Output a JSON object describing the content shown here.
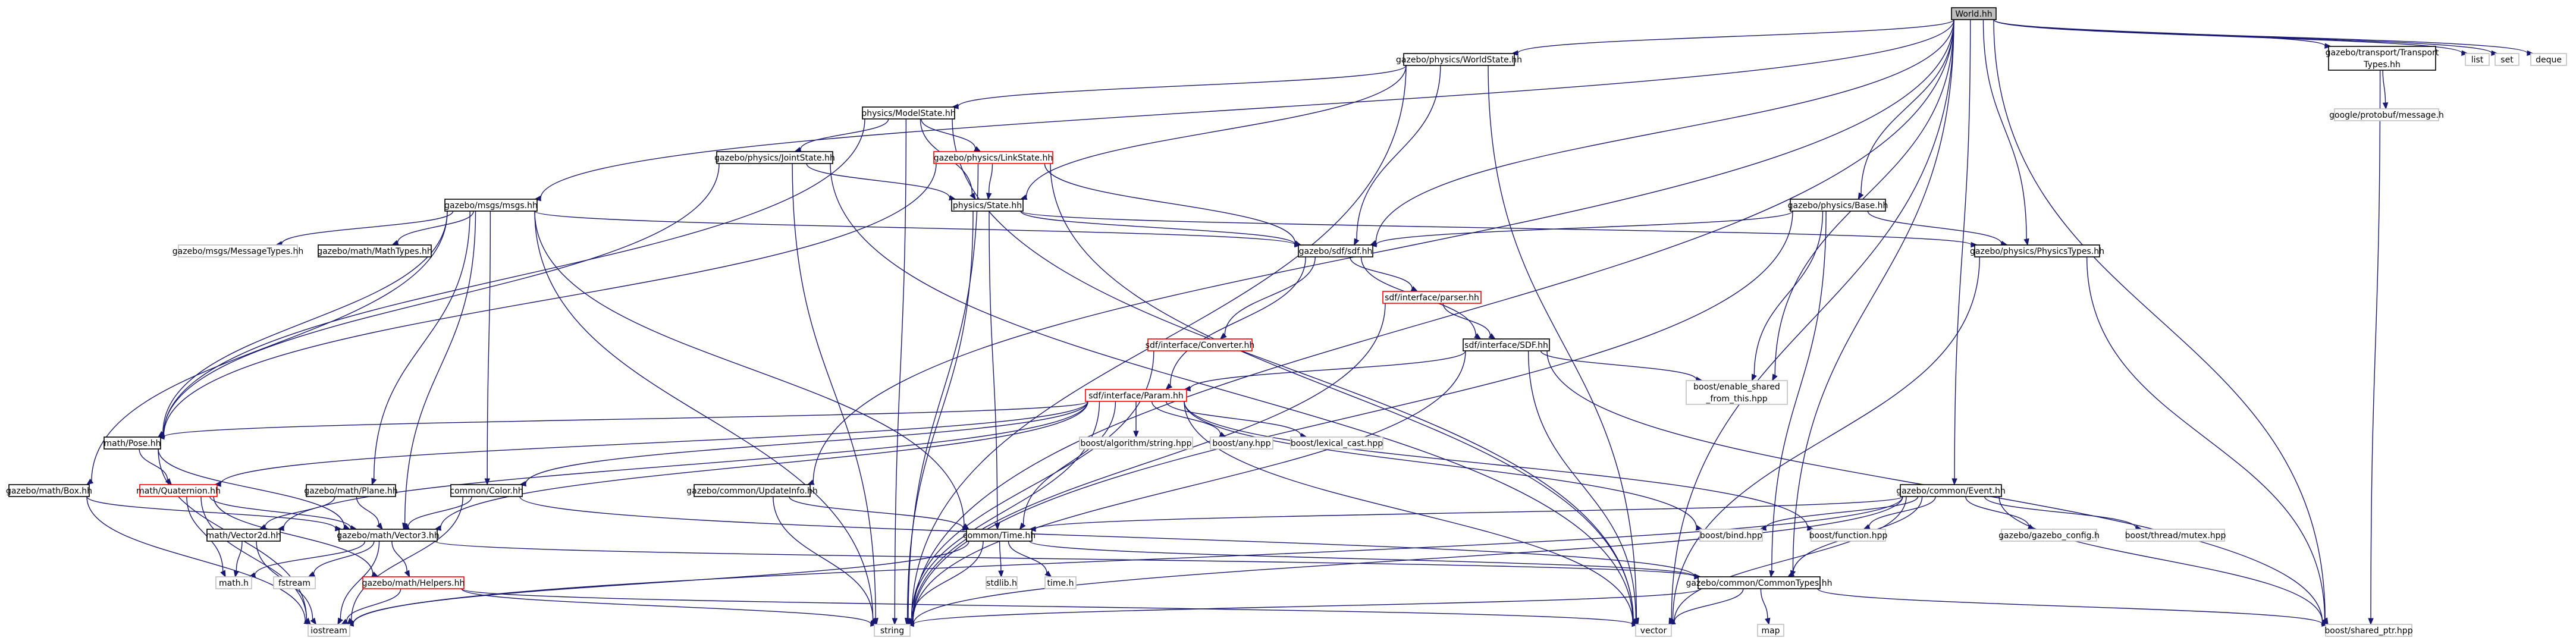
{
  "graph": {
    "title": "World.hh",
    "nodes": [
      {
        "id": "world",
        "label": "World.hh",
        "style": "root"
      },
      {
        "id": "worldstate",
        "label": "gazebo/physics/WorldState.hh",
        "style": "normal"
      },
      {
        "id": "modelstate",
        "label": "physics/ModelState.hh",
        "style": "normal"
      },
      {
        "id": "jointstate",
        "label": "gazebo/physics/JointState.hh",
        "style": "normal"
      },
      {
        "id": "linkstate",
        "label": "gazebo/physics/LinkState.hh",
        "style": "red"
      },
      {
        "id": "state",
        "label": "physics/State.hh",
        "style": "normal"
      },
      {
        "id": "msgs",
        "label": "gazebo/msgs/msgs.hh",
        "style": "normal"
      },
      {
        "id": "msgtypes",
        "label": "gazebo/msgs/MessageTypes.hh",
        "style": "ext"
      },
      {
        "id": "mathtypes",
        "label": "gazebo/math/MathTypes.hh",
        "style": "normal"
      },
      {
        "id": "sdf",
        "label": "gazebo/sdf/sdf.hh",
        "style": "normal"
      },
      {
        "id": "sdfparser",
        "label": "sdf/interface/parser.hh",
        "style": "red"
      },
      {
        "id": "sdfconverter",
        "label": "sdf/interface/Converter.hh",
        "style": "red"
      },
      {
        "id": "sdfSDF",
        "label": "sdf/interface/SDF.hh",
        "style": "normal"
      },
      {
        "id": "sdfparam",
        "label": "sdf/interface/Param.hh",
        "style": "red"
      },
      {
        "id": "enableshared",
        "label": [
          "boost/enable_shared",
          "_from_this.hpp"
        ],
        "style": "ext"
      },
      {
        "id": "base",
        "label": "gazebo/physics/Base.hh",
        "style": "normal"
      },
      {
        "id": "phystypes",
        "label": "gazebo/physics/PhysicsTypes.hh",
        "style": "normal"
      },
      {
        "id": "transporttypes",
        "label": [
          "gazebo/transport/Transport",
          "Types.hh"
        ],
        "style": "normal"
      },
      {
        "id": "protobuf",
        "label": "google/protobuf/message.h",
        "style": "ext"
      },
      {
        "id": "list",
        "label": "list",
        "style": "ext"
      },
      {
        "id": "set",
        "label": "set",
        "style": "ext"
      },
      {
        "id": "deque",
        "label": "deque",
        "style": "ext"
      },
      {
        "id": "mathbox",
        "label": "gazebo/math/Box.hh",
        "style": "normal"
      },
      {
        "id": "mathpose",
        "label": "math/Pose.hh",
        "style": "normal"
      },
      {
        "id": "mathquat",
        "label": "math/Quaternion.hh",
        "style": "red"
      },
      {
        "id": "mathplane",
        "label": "gazebo/math/Plane.hh",
        "style": "normal"
      },
      {
        "id": "color",
        "label": "common/Color.hh",
        "style": "normal"
      },
      {
        "id": "updateinfo",
        "label": "gazebo/common/UpdateInfo.hh",
        "style": "normal"
      },
      {
        "id": "vector2d",
        "label": "math/Vector2d.hh",
        "style": "normal"
      },
      {
        "id": "vector3",
        "label": "gazebo/math/Vector3.hh",
        "style": "normal"
      },
      {
        "id": "helpers",
        "label": "gazebo/math/Helpers.hh",
        "style": "red"
      },
      {
        "id": "mathh",
        "label": "math.h",
        "style": "ext"
      },
      {
        "id": "fstream",
        "label": "fstream",
        "style": "ext"
      },
      {
        "id": "iostream",
        "label": "iostream",
        "style": "ext"
      },
      {
        "id": "string",
        "label": "string",
        "style": "ext"
      },
      {
        "id": "time",
        "label": "common/Time.hh",
        "style": "normal"
      },
      {
        "id": "stdlib",
        "label": "stdlib.h",
        "style": "ext"
      },
      {
        "id": "timeh",
        "label": "time.h",
        "style": "ext"
      },
      {
        "id": "commontypes",
        "label": "gazebo/common/CommonTypes.hh",
        "style": "normal"
      },
      {
        "id": "vector",
        "label": "vector",
        "style": "ext"
      },
      {
        "id": "map",
        "label": "map",
        "style": "ext"
      },
      {
        "id": "sharedptr",
        "label": "boost/shared_ptr.hpp",
        "style": "ext"
      },
      {
        "id": "boostbind",
        "label": "boost/bind.hpp",
        "style": "ext"
      },
      {
        "id": "boostfunction",
        "label": "boost/function.hpp",
        "style": "ext"
      },
      {
        "id": "algostring",
        "label": "boost/algorithm/string.hpp",
        "style": "ext"
      },
      {
        "id": "boostany",
        "label": "boost/any.hpp",
        "style": "ext"
      },
      {
        "id": "lexicalcast",
        "label": "boost/lexical_cast.hpp",
        "style": "ext"
      },
      {
        "id": "event",
        "label": "gazebo/common/Event.hh",
        "style": "normal"
      },
      {
        "id": "gazeboconfig",
        "label": "gazebo/gazebo_config.h",
        "style": "ext"
      },
      {
        "id": "mutex",
        "label": "boost/thread/mutex.hpp",
        "style": "ext"
      }
    ],
    "edges": [
      [
        "world",
        "worldstate"
      ],
      [
        "world",
        "msgs"
      ],
      [
        "world",
        "sdf"
      ],
      [
        "world",
        "base"
      ],
      [
        "world",
        "phystypes"
      ],
      [
        "world",
        "transporttypes"
      ],
      [
        "world",
        "list"
      ],
      [
        "world",
        "set"
      ],
      [
        "world",
        "deque"
      ],
      [
        "world",
        "event"
      ],
      [
        "world",
        "string"
      ],
      [
        "world",
        "vector"
      ],
      [
        "world",
        "sharedptr"
      ],
      [
        "world",
        "enableshared"
      ],
      [
        "world",
        "updateinfo"
      ],
      [
        "world",
        "commontypes"
      ],
      [
        "worldstate",
        "modelstate"
      ],
      [
        "worldstate",
        "state"
      ],
      [
        "worldstate",
        "sdf"
      ],
      [
        "worldstate",
        "string"
      ],
      [
        "worldstate",
        "vector"
      ],
      [
        "modelstate",
        "jointstate"
      ],
      [
        "modelstate",
        "linkstate"
      ],
      [
        "modelstate",
        "state"
      ],
      [
        "modelstate",
        "mathpose"
      ],
      [
        "modelstate",
        "string"
      ],
      [
        "modelstate",
        "vector"
      ],
      [
        "jointstate",
        "state"
      ],
      [
        "jointstate",
        "mathpose"
      ],
      [
        "jointstate",
        "string"
      ],
      [
        "jointstate",
        "vector"
      ],
      [
        "linkstate",
        "state"
      ],
      [
        "linkstate",
        "sdf"
      ],
      [
        "linkstate",
        "mathpose"
      ],
      [
        "linkstate",
        "string"
      ],
      [
        "linkstate",
        "vector"
      ],
      [
        "state",
        "sdf"
      ],
      [
        "state",
        "time"
      ],
      [
        "state",
        "phystypes"
      ],
      [
        "state",
        "string"
      ],
      [
        "msgs",
        "msgtypes"
      ],
      [
        "msgs",
        "mathtypes"
      ],
      [
        "msgs",
        "sdf"
      ],
      [
        "msgs",
        "mathbox"
      ],
      [
        "msgs",
        "mathpose"
      ],
      [
        "msgs",
        "mathplane"
      ],
      [
        "msgs",
        "color"
      ],
      [
        "msgs",
        "vector3"
      ],
      [
        "msgs",
        "time"
      ],
      [
        "msgs",
        "string"
      ],
      [
        "sdf",
        "sdfparser"
      ],
      [
        "sdf",
        "sdfconverter"
      ],
      [
        "sdf",
        "sdfSDF"
      ],
      [
        "sdf",
        "sdfparam"
      ],
      [
        "sdfparser",
        "sdfSDF"
      ],
      [
        "sdfparser",
        "string"
      ],
      [
        "sdfconverter",
        "string"
      ],
      [
        "sdfSDF",
        "sdfparam"
      ],
      [
        "sdfSDF",
        "enableshared"
      ],
      [
        "sdfSDF",
        "string"
      ],
      [
        "sdfSDF",
        "vector"
      ],
      [
        "sdfSDF",
        "sharedptr"
      ],
      [
        "sdfparam",
        "algostring"
      ],
      [
        "sdfparam",
        "boostany"
      ],
      [
        "sdfparam",
        "lexicalcast"
      ],
      [
        "sdfparam",
        "boostbind"
      ],
      [
        "sdfparam",
        "boostfunction"
      ],
      [
        "sdfparam",
        "mathpose"
      ],
      [
        "sdfparam",
        "mathquat"
      ],
      [
        "sdfparam",
        "vector2d"
      ],
      [
        "sdfparam",
        "vector3"
      ],
      [
        "sdfparam",
        "color"
      ],
      [
        "sdfparam",
        "time"
      ],
      [
        "sdfparam",
        "string"
      ],
      [
        "sdfparam",
        "vector"
      ],
      [
        "base",
        "sdf"
      ],
      [
        "base",
        "phystypes"
      ],
      [
        "base",
        "enableshared"
      ],
      [
        "base",
        "string"
      ],
      [
        "base",
        "commontypes"
      ],
      [
        "phystypes",
        "sharedptr"
      ],
      [
        "phystypes",
        "vector"
      ],
      [
        "transporttypes",
        "protobuf"
      ],
      [
        "transporttypes",
        "sharedptr"
      ],
      [
        "mathbox",
        "vector3"
      ],
      [
        "mathbox",
        "iostream"
      ],
      [
        "mathpose",
        "mathquat"
      ],
      [
        "mathpose",
        "vector3"
      ],
      [
        "mathpose",
        "iostream"
      ],
      [
        "mathquat",
        "vector3"
      ],
      [
        "mathquat",
        "helpers"
      ],
      [
        "mathquat",
        "mathh"
      ],
      [
        "mathquat",
        "iostream"
      ],
      [
        "mathplane",
        "vector3"
      ],
      [
        "mathplane",
        "vector2d"
      ],
      [
        "color",
        "vector3"
      ],
      [
        "color",
        "iostream"
      ],
      [
        "color",
        "commontypes"
      ],
      [
        "updateinfo",
        "time"
      ],
      [
        "updateinfo",
        "string"
      ],
      [
        "vector2d",
        "mathh"
      ],
      [
        "vector2d",
        "iostream"
      ],
      [
        "vector3",
        "mathh"
      ],
      [
        "vector3",
        "fstream"
      ],
      [
        "vector3",
        "helpers"
      ],
      [
        "vector3",
        "iostream"
      ],
      [
        "vector3",
        "commontypes"
      ],
      [
        "helpers",
        "iostream"
      ],
      [
        "helpers",
        "string"
      ],
      [
        "helpers",
        "vector"
      ],
      [
        "time",
        "stdlib"
      ],
      [
        "time",
        "timeh"
      ],
      [
        "time",
        "iostream"
      ],
      [
        "time",
        "string"
      ],
      [
        "time",
        "commontypes"
      ],
      [
        "commontypes",
        "vector"
      ],
      [
        "commontypes",
        "map"
      ],
      [
        "commontypes",
        "string"
      ],
      [
        "commontypes",
        "sharedptr"
      ],
      [
        "event",
        "gazeboconfig"
      ],
      [
        "event",
        "mutex"
      ],
      [
        "event",
        "boostfunction"
      ],
      [
        "event",
        "boostbind"
      ],
      [
        "event",
        "sharedptr"
      ],
      [
        "event",
        "time"
      ],
      [
        "event",
        "commontypes"
      ],
      [
        "event",
        "iostream"
      ],
      [
        "event",
        "vector"
      ],
      [
        "event",
        "string"
      ]
    ]
  }
}
